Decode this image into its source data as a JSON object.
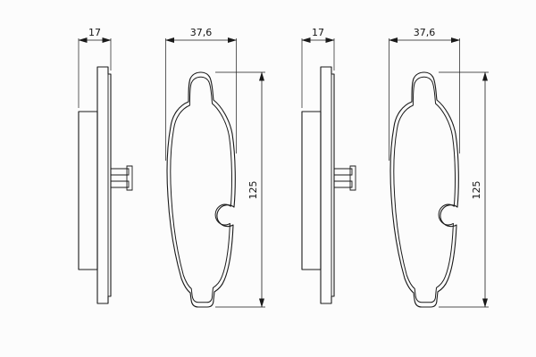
{
  "page": {
    "background": "#fcfcfc",
    "line_color": "#1a1a1a",
    "text_color": "#141414"
  },
  "drawing": {
    "kind": "brake-pad-technical-drawing",
    "views": [
      {
        "id": "left-set",
        "profile_width_mm": "17",
        "pad_width_mm": "37,6",
        "pad_height_mm": "125"
      },
      {
        "id": "right-set",
        "profile_width_mm": "17",
        "pad_width_mm": "37,6",
        "pad_height_mm": "125"
      }
    ]
  }
}
